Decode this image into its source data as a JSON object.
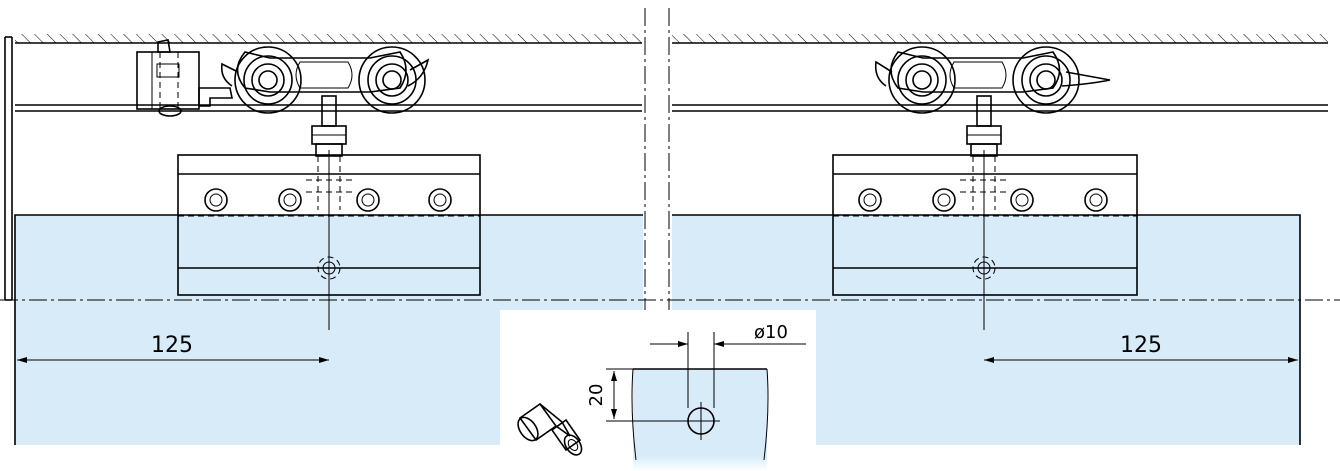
{
  "dimensions": {
    "left_offset": "125",
    "right_offset": "125",
    "hole_diameter": "ø10",
    "hole_edge_distance": "20"
  },
  "colors": {
    "glass_fill": "#d7ebf9",
    "line": "#000000",
    "background": "#ffffff"
  },
  "icons": {
    "carriage_left": "roller-carriage-icon",
    "carriage_right": "roller-carriage-icon",
    "stopper": "end-stop-icon",
    "bolt": "mounting-bolt-icon"
  }
}
